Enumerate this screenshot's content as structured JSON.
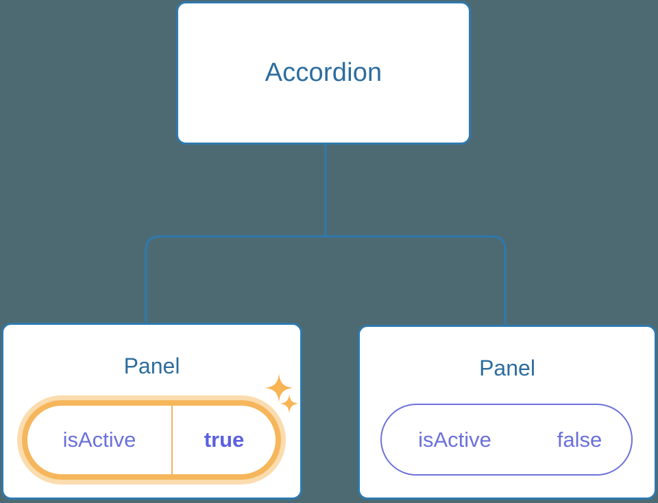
{
  "diagram": {
    "type": "component-tree",
    "background_color": "#4d6a73",
    "node_border_color": "#2e79ae",
    "node_title_color": "#2c6d9e",
    "connector_color": "#2e79ae",
    "prop_color": "#6b70da",
    "highlight_color": "#f6b65b",
    "highlight_glow_color": "#fbdcae",
    "root": {
      "title": "Accordion"
    },
    "children": [
      {
        "title": "Panel",
        "highlighted": true,
        "prop": {
          "key": "isActive",
          "value": "true"
        },
        "sparkles": [
          "sparkle-icon-large",
          "sparkle-icon-small"
        ]
      },
      {
        "title": "Panel",
        "highlighted": false,
        "prop": {
          "key": "isActive",
          "value": "false"
        }
      }
    ]
  }
}
